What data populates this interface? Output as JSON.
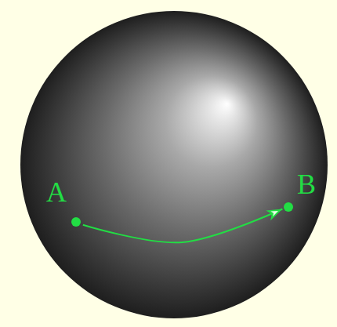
{
  "diagram": {
    "nodes": [
      {
        "text": [
          "A"
        ]
      },
      {
        "text": [
          "B"
        ]
      }
    ],
    "edges": [
      {
        "from": 0,
        "to": 1,
        "arrow": "to"
      }
    ]
  }
}
